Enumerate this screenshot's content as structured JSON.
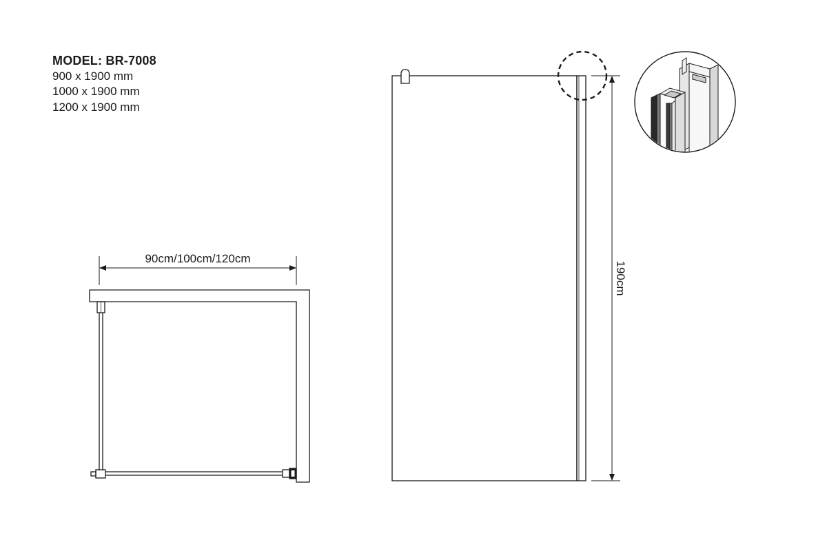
{
  "spec": {
    "model": "MODEL: BR-7008",
    "sizes": [
      "900 x 1900 mm",
      "1000 x 1900 mm",
      "1200 x 1900 mm"
    ]
  },
  "plan_view": {
    "width_label": "90cm/100cm/120cm"
  },
  "elevation_view": {
    "height_label": "190cm"
  },
  "colors": {
    "line": "#1a1a1a",
    "background": "#ffffff",
    "profile_dark": "#2a2a2a",
    "profile_light": "#f2f2f2"
  },
  "icons": {
    "detail_marker": "dashed-circle",
    "profile_detail": "aluminium-wall-profile"
  }
}
